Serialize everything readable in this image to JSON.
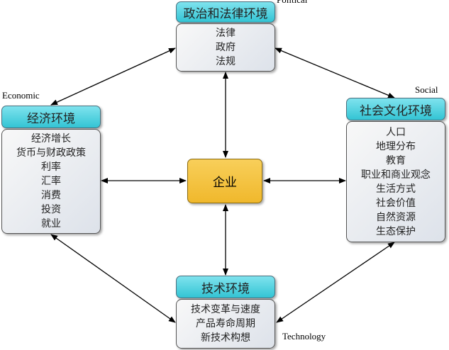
{
  "center": {
    "label": "企业"
  },
  "political": {
    "english": "Political",
    "title": "政治和法律环境",
    "items": [
      "法律",
      "政府",
      "法规"
    ]
  },
  "economic": {
    "english": "Economic",
    "title": "经济环境",
    "items": [
      "经济增长",
      "货币与财政政策",
      "利率",
      "汇率",
      "消费",
      "投资",
      "就业"
    ]
  },
  "social": {
    "english": "Social",
    "title": "社会文化环境",
    "items": [
      "人口",
      "地理分布",
      "教育",
      "职业和商业观念",
      "生活方式",
      "社会价值",
      "自然资源",
      "生态保护"
    ]
  },
  "technology": {
    "english": "Technology",
    "title": "技术环境",
    "items": [
      "技术变革与速度",
      "产品寿命周期",
      "新技术构想"
    ]
  },
  "colors": {
    "header": "#33c4d4",
    "center": "#f0b82c"
  }
}
